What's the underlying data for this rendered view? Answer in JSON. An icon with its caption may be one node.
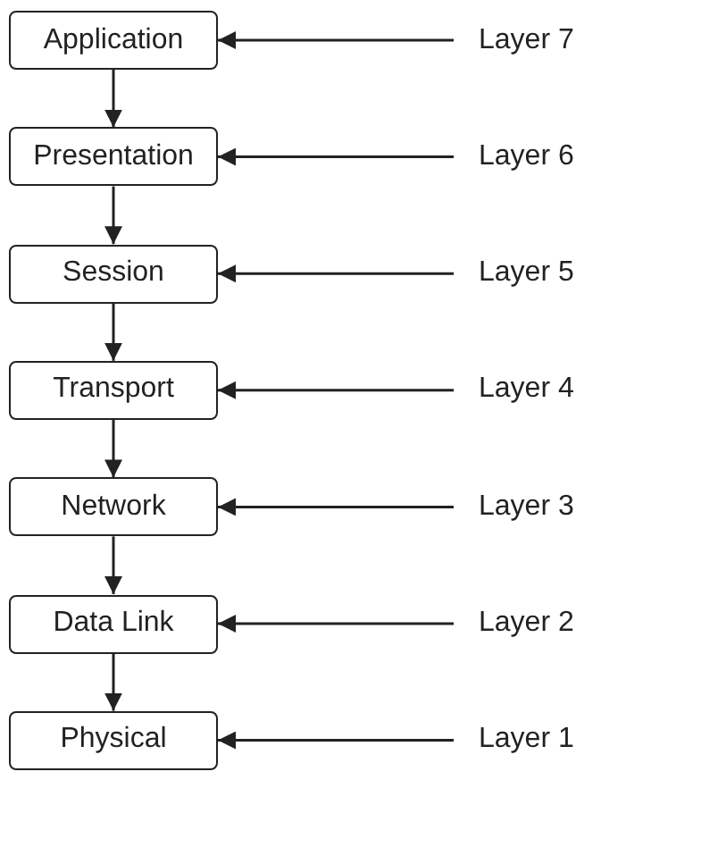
{
  "diagram": {
    "nodes": [
      {
        "text": [
          "Application"
        ]
      },
      {
        "text": [
          "Presentation"
        ]
      },
      {
        "text": [
          "Session"
        ]
      },
      {
        "text": [
          "Transport"
        ]
      },
      {
        "text": [
          "Network"
        ]
      },
      {
        "text": [
          "Data Link"
        ]
      },
      {
        "text": [
          "Physical"
        ]
      },
      {
        "text": [
          "Layer 7"
        ]
      },
      {
        "text": [
          "Layer 6"
        ]
      },
      {
        "text": [
          "Layer 5"
        ]
      },
      {
        "text": [
          "Layer 4"
        ]
      },
      {
        "text": [
          "Layer 3"
        ]
      },
      {
        "text": [
          "Layer 2"
        ]
      },
      {
        "text": [
          "Layer 1"
        ]
      }
    ],
    "edges": [
      {
        "from": 0,
        "to": 1,
        "arrow": "to"
      },
      {
        "from": 1,
        "to": 2,
        "arrow": "to"
      },
      {
        "from": 2,
        "to": 3,
        "arrow": "to"
      },
      {
        "from": 3,
        "to": 4,
        "arrow": "to"
      },
      {
        "from": 4,
        "to": 5,
        "arrow": "to"
      },
      {
        "from": 5,
        "to": 6,
        "arrow": "to"
      },
      {
        "from": 7,
        "to": 0,
        "arrow": "to"
      },
      {
        "from": 8,
        "to": 1,
        "arrow": "to"
      },
      {
        "from": 9,
        "to": 2,
        "arrow": "to"
      },
      {
        "from": 10,
        "to": 3,
        "arrow": "to"
      },
      {
        "from": 11,
        "to": 4,
        "arrow": "to"
      },
      {
        "from": 12,
        "to": 5,
        "arrow": "to"
      },
      {
        "from": 13,
        "to": 6,
        "arrow": "to"
      }
    ]
  }
}
